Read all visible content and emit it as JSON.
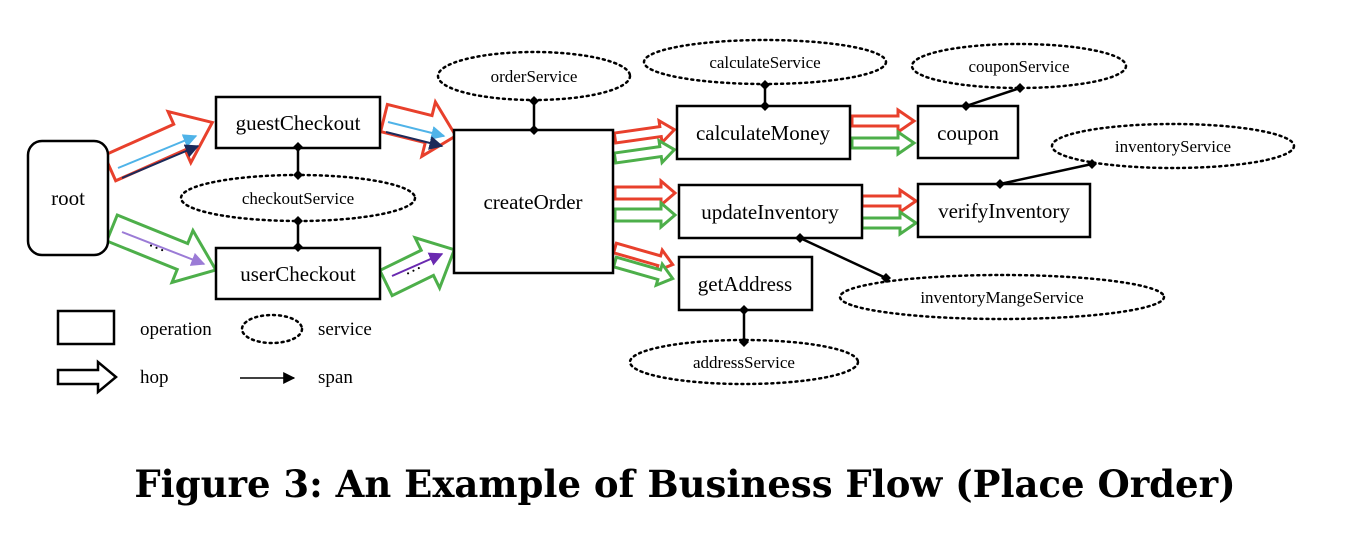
{
  "operations": {
    "root": "root",
    "guestCheckout": "guestCheckout",
    "userCheckout": "userCheckout",
    "createOrder": "createOrder",
    "calculateMoney": "calculateMoney",
    "updateInventory": "updateInventory",
    "getAddress": "getAddress",
    "coupon": "coupon",
    "verifyInventory": "verifyInventory"
  },
  "services": {
    "orderService": "orderService",
    "checkoutService": "checkoutService",
    "calculateService": "calculateService",
    "couponService": "couponService",
    "inventoryService": "inventoryService",
    "inventoryMangeService": "inventoryMangeService",
    "addressService": "addressService"
  },
  "ellipsis": "···",
  "legend": {
    "operation": "operation",
    "service": "service",
    "hop": "hop",
    "span": "span"
  },
  "colors": {
    "hop_red": "#e8402c",
    "hop_green": "#4daf4a",
    "span_blue": "#4fb3e8",
    "span_navy": "#1c2a5a",
    "span_purple": "#9b7bd6",
    "span_violet": "#6a2ab0"
  },
  "caption": "Figure 3: An Example of Business Flow (Place Order)"
}
